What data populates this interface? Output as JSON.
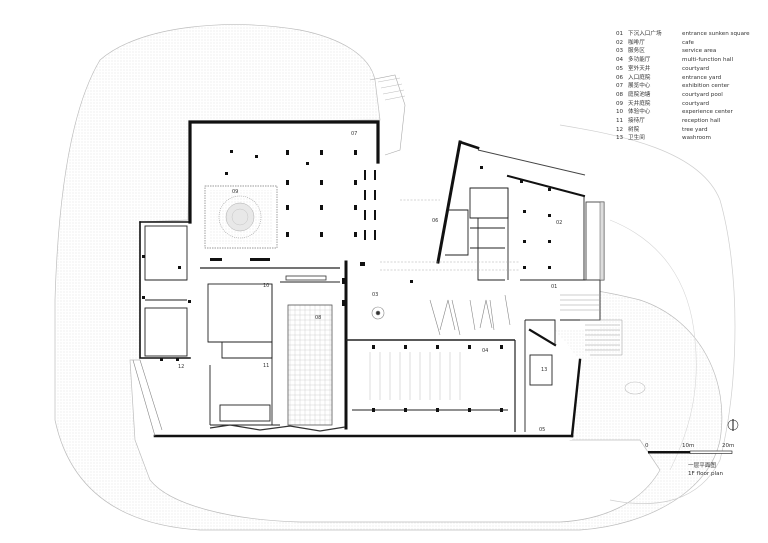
{
  "legend": [
    {
      "num": "01",
      "zh": "下沉入口广场",
      "en": "entrance sunken square"
    },
    {
      "num": "02",
      "zh": "咖啡厅",
      "en": "cafe"
    },
    {
      "num": "03",
      "zh": "服务区",
      "en": "service area"
    },
    {
      "num": "04",
      "zh": "多功能厅",
      "en": "multi-function hall"
    },
    {
      "num": "05",
      "zh": "室外天井",
      "en": "courtyard"
    },
    {
      "num": "06",
      "zh": "入口庭院",
      "en": "entrance yard"
    },
    {
      "num": "07",
      "zh": "展览中心",
      "en": "exhibition center"
    },
    {
      "num": "08",
      "zh": "庭院池塘",
      "en": "courtyard pool"
    },
    {
      "num": "09",
      "zh": "天井庭院",
      "en": "courtyard"
    },
    {
      "num": "10",
      "zh": "体验中心",
      "en": "experience center"
    },
    {
      "num": "11",
      "zh": "接待厅",
      "en": "reception hall"
    },
    {
      "num": "12",
      "zh": "树院",
      "en": "tree yard"
    },
    {
      "num": "13",
      "zh": "卫生间",
      "en": "washroom"
    }
  ],
  "rooms": {
    "r01": "01",
    "r02": "02",
    "r03": "03",
    "r04": "04",
    "r05": "05",
    "r06": "06",
    "r07": "07",
    "r08": "08",
    "r09": "09",
    "r10": "10",
    "r11": "11",
    "r12": "12",
    "r13": "13"
  },
  "scale": {
    "t0": "0",
    "t1": "10m",
    "t2": "20m"
  },
  "caption": {
    "zh": "一层平面图",
    "en": "1F floor plan"
  }
}
